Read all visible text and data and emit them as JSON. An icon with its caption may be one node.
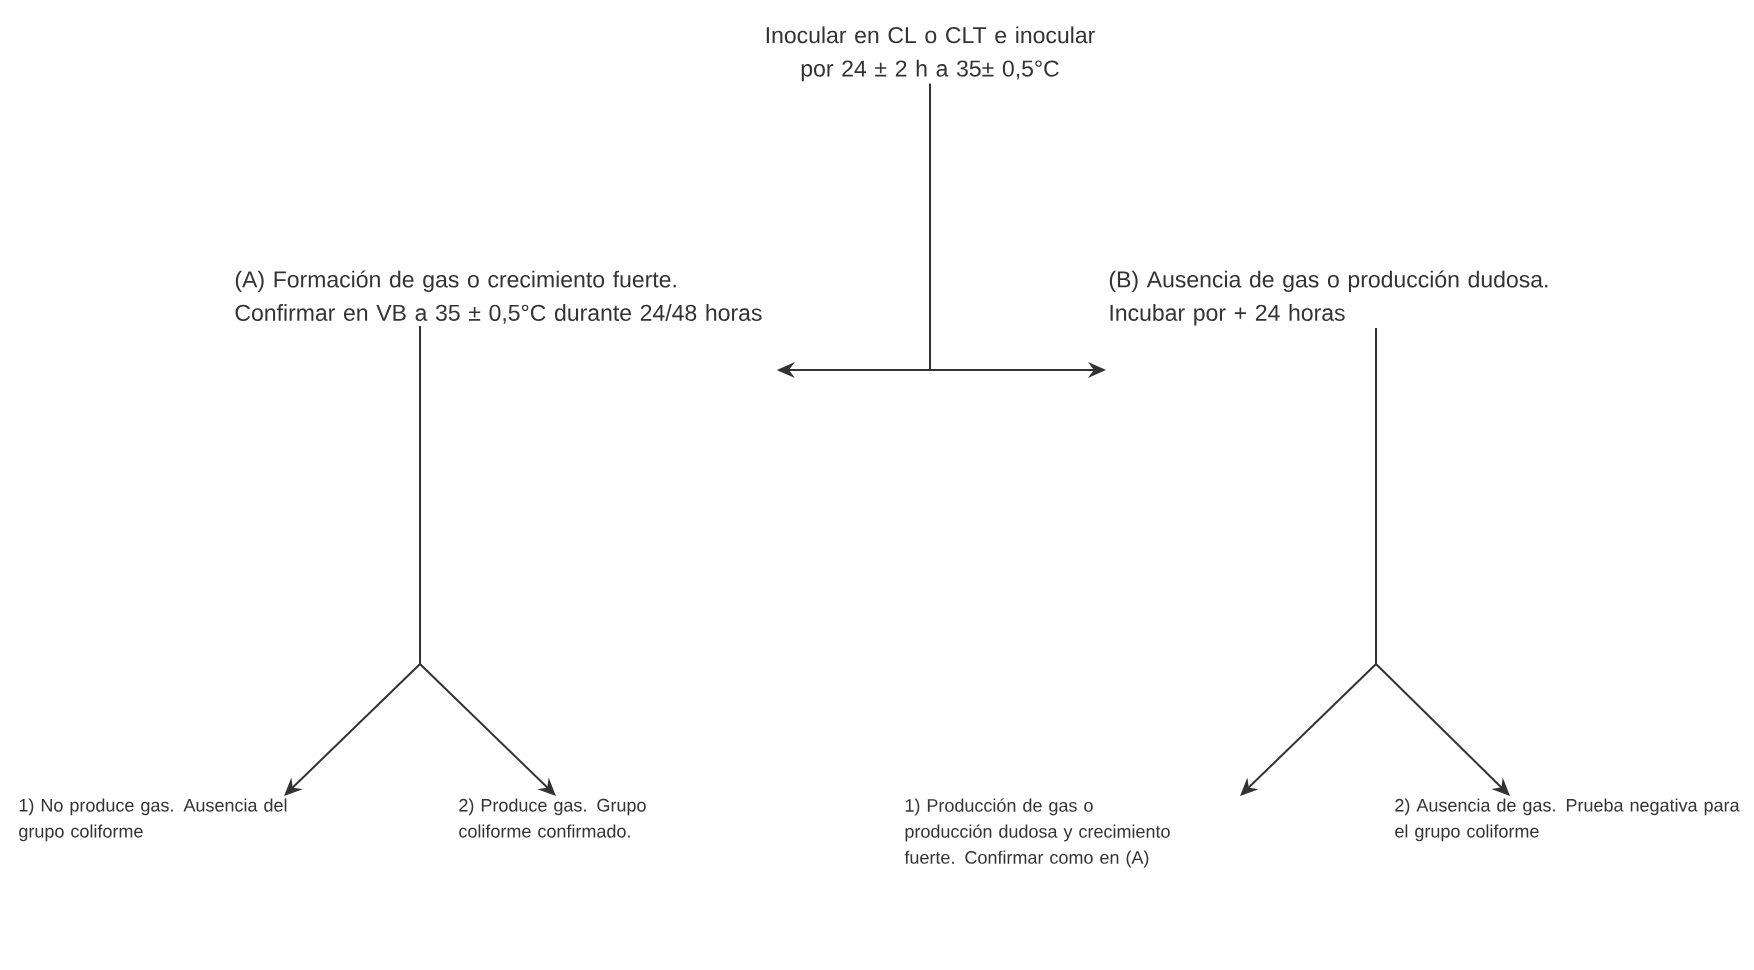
{
  "diagram": {
    "nodes": [
      {
        "text": [
          "Inocular en CL o CLT e inocular por 24 ± 2 h a 35± 0,5°C"
        ]
      },
      {
        "text": [
          "(A) Formación de gas o crecimiento fuerte. Confirmar en VB a 35 ± 0,5°C durante 24/48 horas"
        ]
      },
      {
        "text": [
          "(B) Ausencia de gas o producción dudosa. Incubar por + 24 horas"
        ]
      },
      {
        "text": [
          "1) No produce gas. Ausencia del grupo coliforme"
        ]
      },
      {
        "text": [
          "2) Produce gas. Grupo coliforme confirmado."
        ]
      },
      {
        "text": [
          "1) Producción de gas o producción dudosa y crecimiento fuerte. Confirmar como en (A)"
        ]
      },
      {
        "text": [
          "2) Ausencia de gas. Prueba negativa para el grupo coliforme"
        ]
      }
    ],
    "edges": [
      {
        "from": 0,
        "to": 1,
        "arrow": "to"
      },
      {
        "from": 0,
        "to": 2,
        "arrow": "to"
      },
      {
        "from": 1,
        "to": 3,
        "arrow": "to"
      },
      {
        "from": 1,
        "to": 4,
        "arrow": "to"
      },
      {
        "from": 2,
        "to": 5,
        "arrow": "to"
      },
      {
        "from": 2,
        "to": 6,
        "arrow": "to"
      }
    ]
  }
}
